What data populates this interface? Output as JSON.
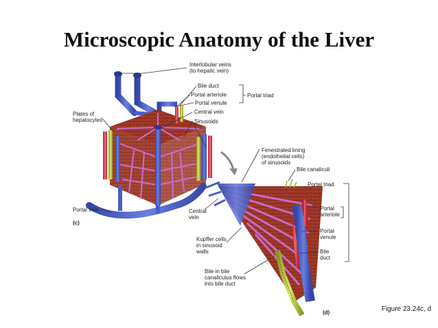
{
  "slide": {
    "title": "Microscopic Anatomy of the Liver",
    "caption": "Figure 23.24c, d"
  },
  "panel_c": {
    "tag": "(c)",
    "labels": {
      "interlobular_veins_1": "Interlobular veins",
      "interlobular_veins_2": "(to hepatic vein)",
      "bile_duct": "Bile duct",
      "portal_arteriole": "Portal arteriole",
      "portal_venule": "Portal venule",
      "portal_triad": "Portal triad",
      "central_vein": "Central vein",
      "sinusoids": "Sinusoids",
      "plates_1": "Plates of",
      "plates_2": "hepatocytes",
      "portal_vein": "Portal vein"
    }
  },
  "panel_d": {
    "tag": "(d)",
    "labels": {
      "fenestrated_1": "Fenestrated lining",
      "fenestrated_2": "(endothelial cells)",
      "fenestrated_3": "of sinusoids",
      "bile_canaliculi": "Bile canaliculi",
      "portal_triad": "Portal triad",
      "portal_arteriole_1": "Portal",
      "portal_arteriole_2": "arteriole",
      "portal_venule_1": "Portal",
      "portal_venule_2": "venule",
      "bile_duct_1": "Bile",
      "bile_duct_2": "duct",
      "central_vein_1": "Central",
      "central_vein_2": "vein",
      "kupffer_1": "Kupffer cells",
      "kupffer_2": "in sinusoid",
      "kupffer_3": "walls",
      "bile_flow_1": "Bile in bile",
      "bile_flow_2": "canaliculus flows",
      "bile_flow_3": "into bile duct"
    }
  },
  "colors": {
    "vein_blue": "#4a5fc4",
    "artery_red": "#e23a4a",
    "bile_green": "#b8c83a",
    "tissue_brown": "#9a3a2a",
    "sinusoid_purple": "#c46cc8"
  }
}
